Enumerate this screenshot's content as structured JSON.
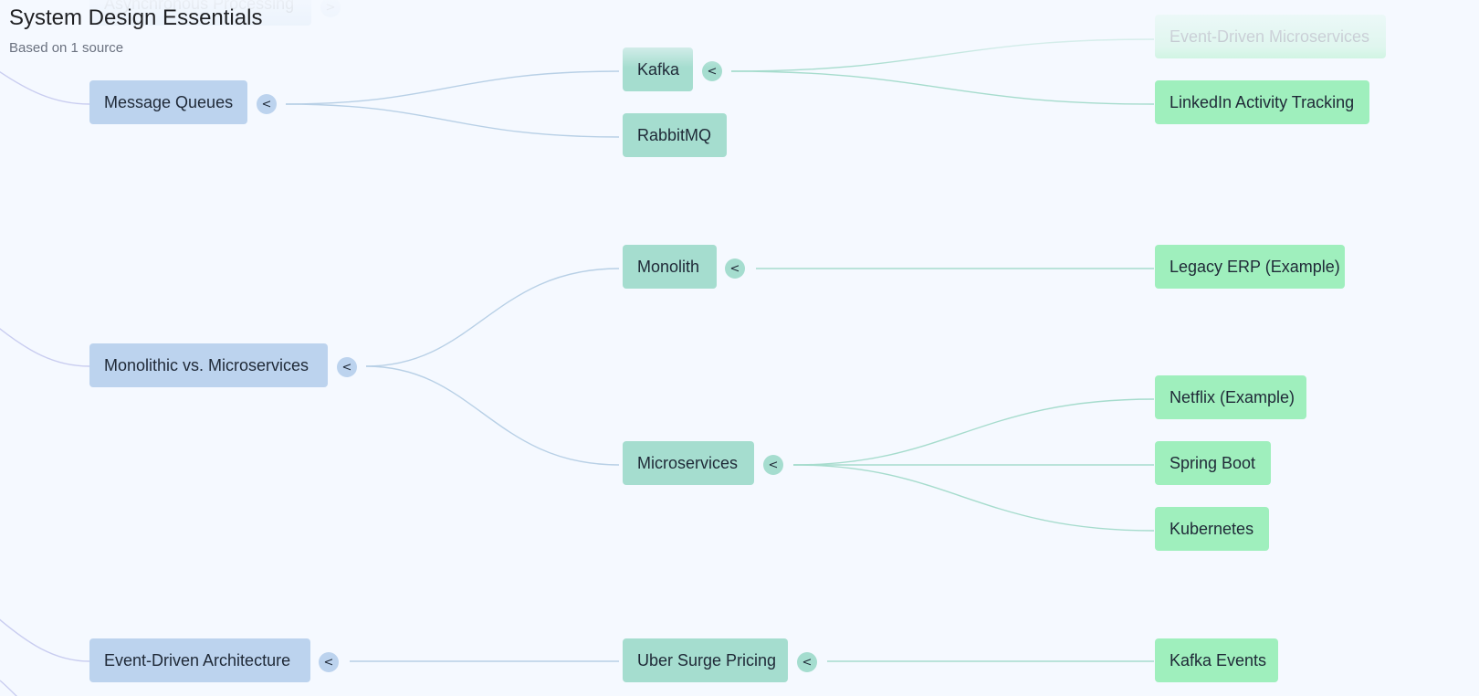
{
  "header": {
    "title": "System Design Essentials",
    "subtitle": "Based on 1 source"
  },
  "toggles": {
    "collapse": "<",
    "expand": ">"
  },
  "nodes": {
    "async_processing": "Asynchronous Processing",
    "message_queues": "Message Queues",
    "kafka": "Kafka",
    "rabbitmq": "RabbitMQ",
    "event_driven_microservices": "Event-Driven Microservices",
    "linkedin_activity_tracking": "LinkedIn Activity Tracking",
    "monolithic_vs_microservices": "Monolithic vs. Microservices",
    "monolith": "Monolith",
    "legacy_erp": "Legacy ERP (Example)",
    "microservices": "Microservices",
    "netflix": "Netflix (Example)",
    "spring_boot": "Spring Boot",
    "kubernetes": "Kubernetes",
    "event_driven_architecture": "Event-Driven Architecture",
    "uber_surge_pricing": "Uber Surge Pricing",
    "kafka_events": "Kafka Events"
  },
  "colors": {
    "level1": "#bcd3ee",
    "level2": "#a5ddcf",
    "level3": "#9fefbd",
    "background": "#f5f9ff"
  }
}
